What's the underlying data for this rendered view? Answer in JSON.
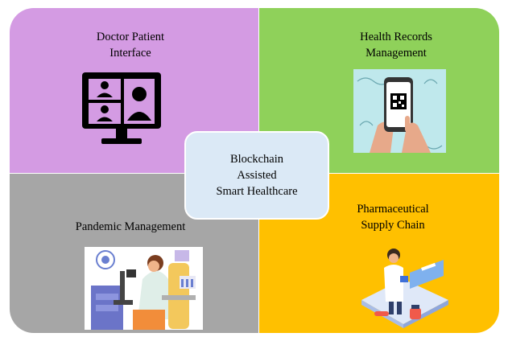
{
  "diagram": {
    "center": {
      "lines": [
        "Blockchain",
        "Assisted",
        "Smart Healthcare"
      ]
    },
    "quadrants": {
      "top_left": {
        "lines": [
          "Doctor Patient",
          "Interface"
        ],
        "color": "#d49be3",
        "icon": "video-conference-monitor-icon"
      },
      "top_right": {
        "lines": [
          "Health Records",
          "Management"
        ],
        "color": "#8fd15a",
        "icon": "phone-qr-code-icon"
      },
      "bottom_left": {
        "lines": [
          "Pandemic Management"
        ],
        "color": "#a6a6a6",
        "icon": "laboratory-researcher-icon"
      },
      "bottom_right": {
        "lines": [
          "Pharmaceutical",
          "Supply Chain"
        ],
        "color": "#ffc000",
        "icon": "pharmacist-icon"
      }
    }
  }
}
